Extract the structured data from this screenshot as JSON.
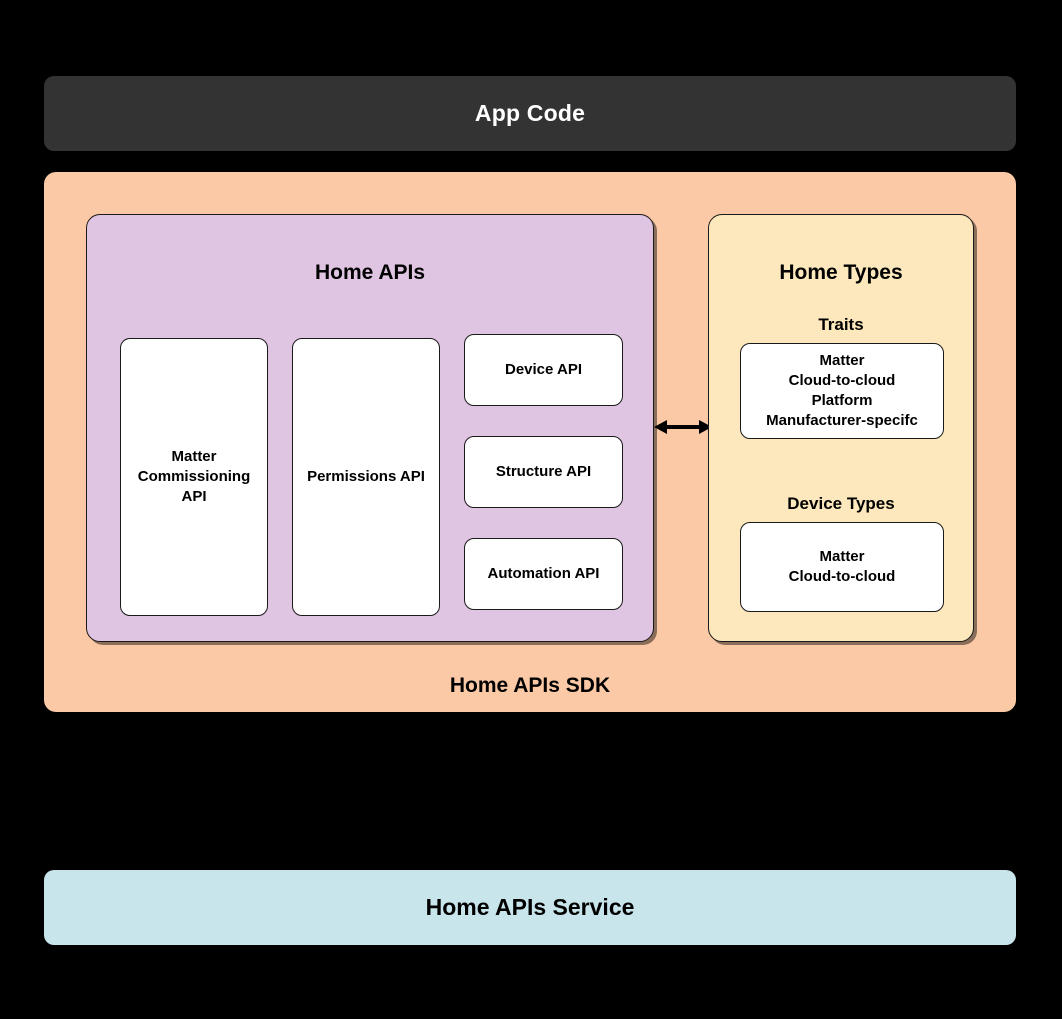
{
  "app_banner": {
    "label": "App Code"
  },
  "sdk": {
    "label": "Home APIs SDK",
    "home_apis": {
      "title": "Home APIs",
      "cards": [
        {
          "name": "matter-commissioning-api",
          "text": "Matter\nCommissioning\nAPI"
        },
        {
          "name": "permissions-api",
          "text": "Permissions API"
        },
        {
          "name": "device-api",
          "text": "Device API"
        },
        {
          "name": "structure-api",
          "text": "Structure API"
        },
        {
          "name": "automation-api",
          "text": "Automation API"
        }
      ]
    },
    "home_types": {
      "title": "Home Types",
      "sections": [
        {
          "heading": "Traits",
          "items": "Matter\nCloud-to-cloud\nPlatform\nManufacturer-specifc"
        },
        {
          "heading": "Device Types",
          "items": "Matter\nCloud-to-cloud"
        }
      ]
    }
  },
  "service_banner": {
    "label": "Home APIs Service"
  },
  "colors": {
    "background": "#000000",
    "app_banner": "#333333",
    "sdk_container": "#FBC9A5",
    "home_apis_panel": "#DFC5E2",
    "home_types_panel": "#FCE8BC",
    "card": "#FFFFFF",
    "service_banner": "#C9E5EC",
    "stroke": "#1A1A1A"
  }
}
